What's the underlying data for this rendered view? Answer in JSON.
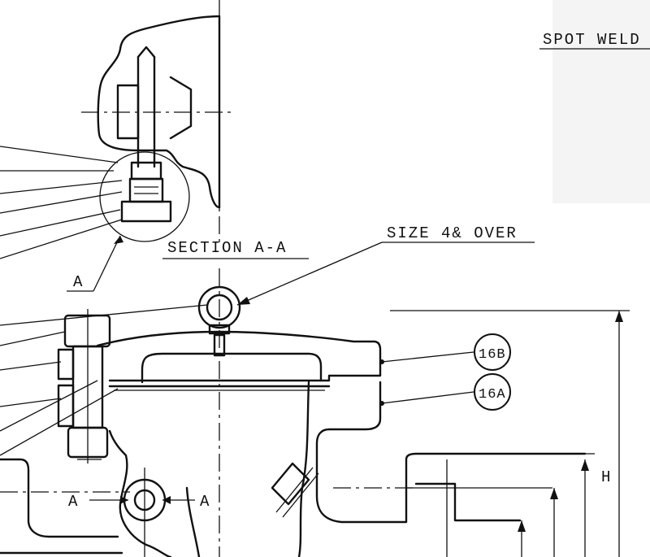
{
  "labels": {
    "spot_weld": "SPOT WELD",
    "size_note": "SIZE 4& OVER",
    "section_title": "SECTION A-A",
    "detail_a": "A",
    "cut_left": "A",
    "cut_right": "A",
    "dimension_h": "H"
  },
  "balloons": {
    "b16b": "16B",
    "b16a": "16A"
  }
}
